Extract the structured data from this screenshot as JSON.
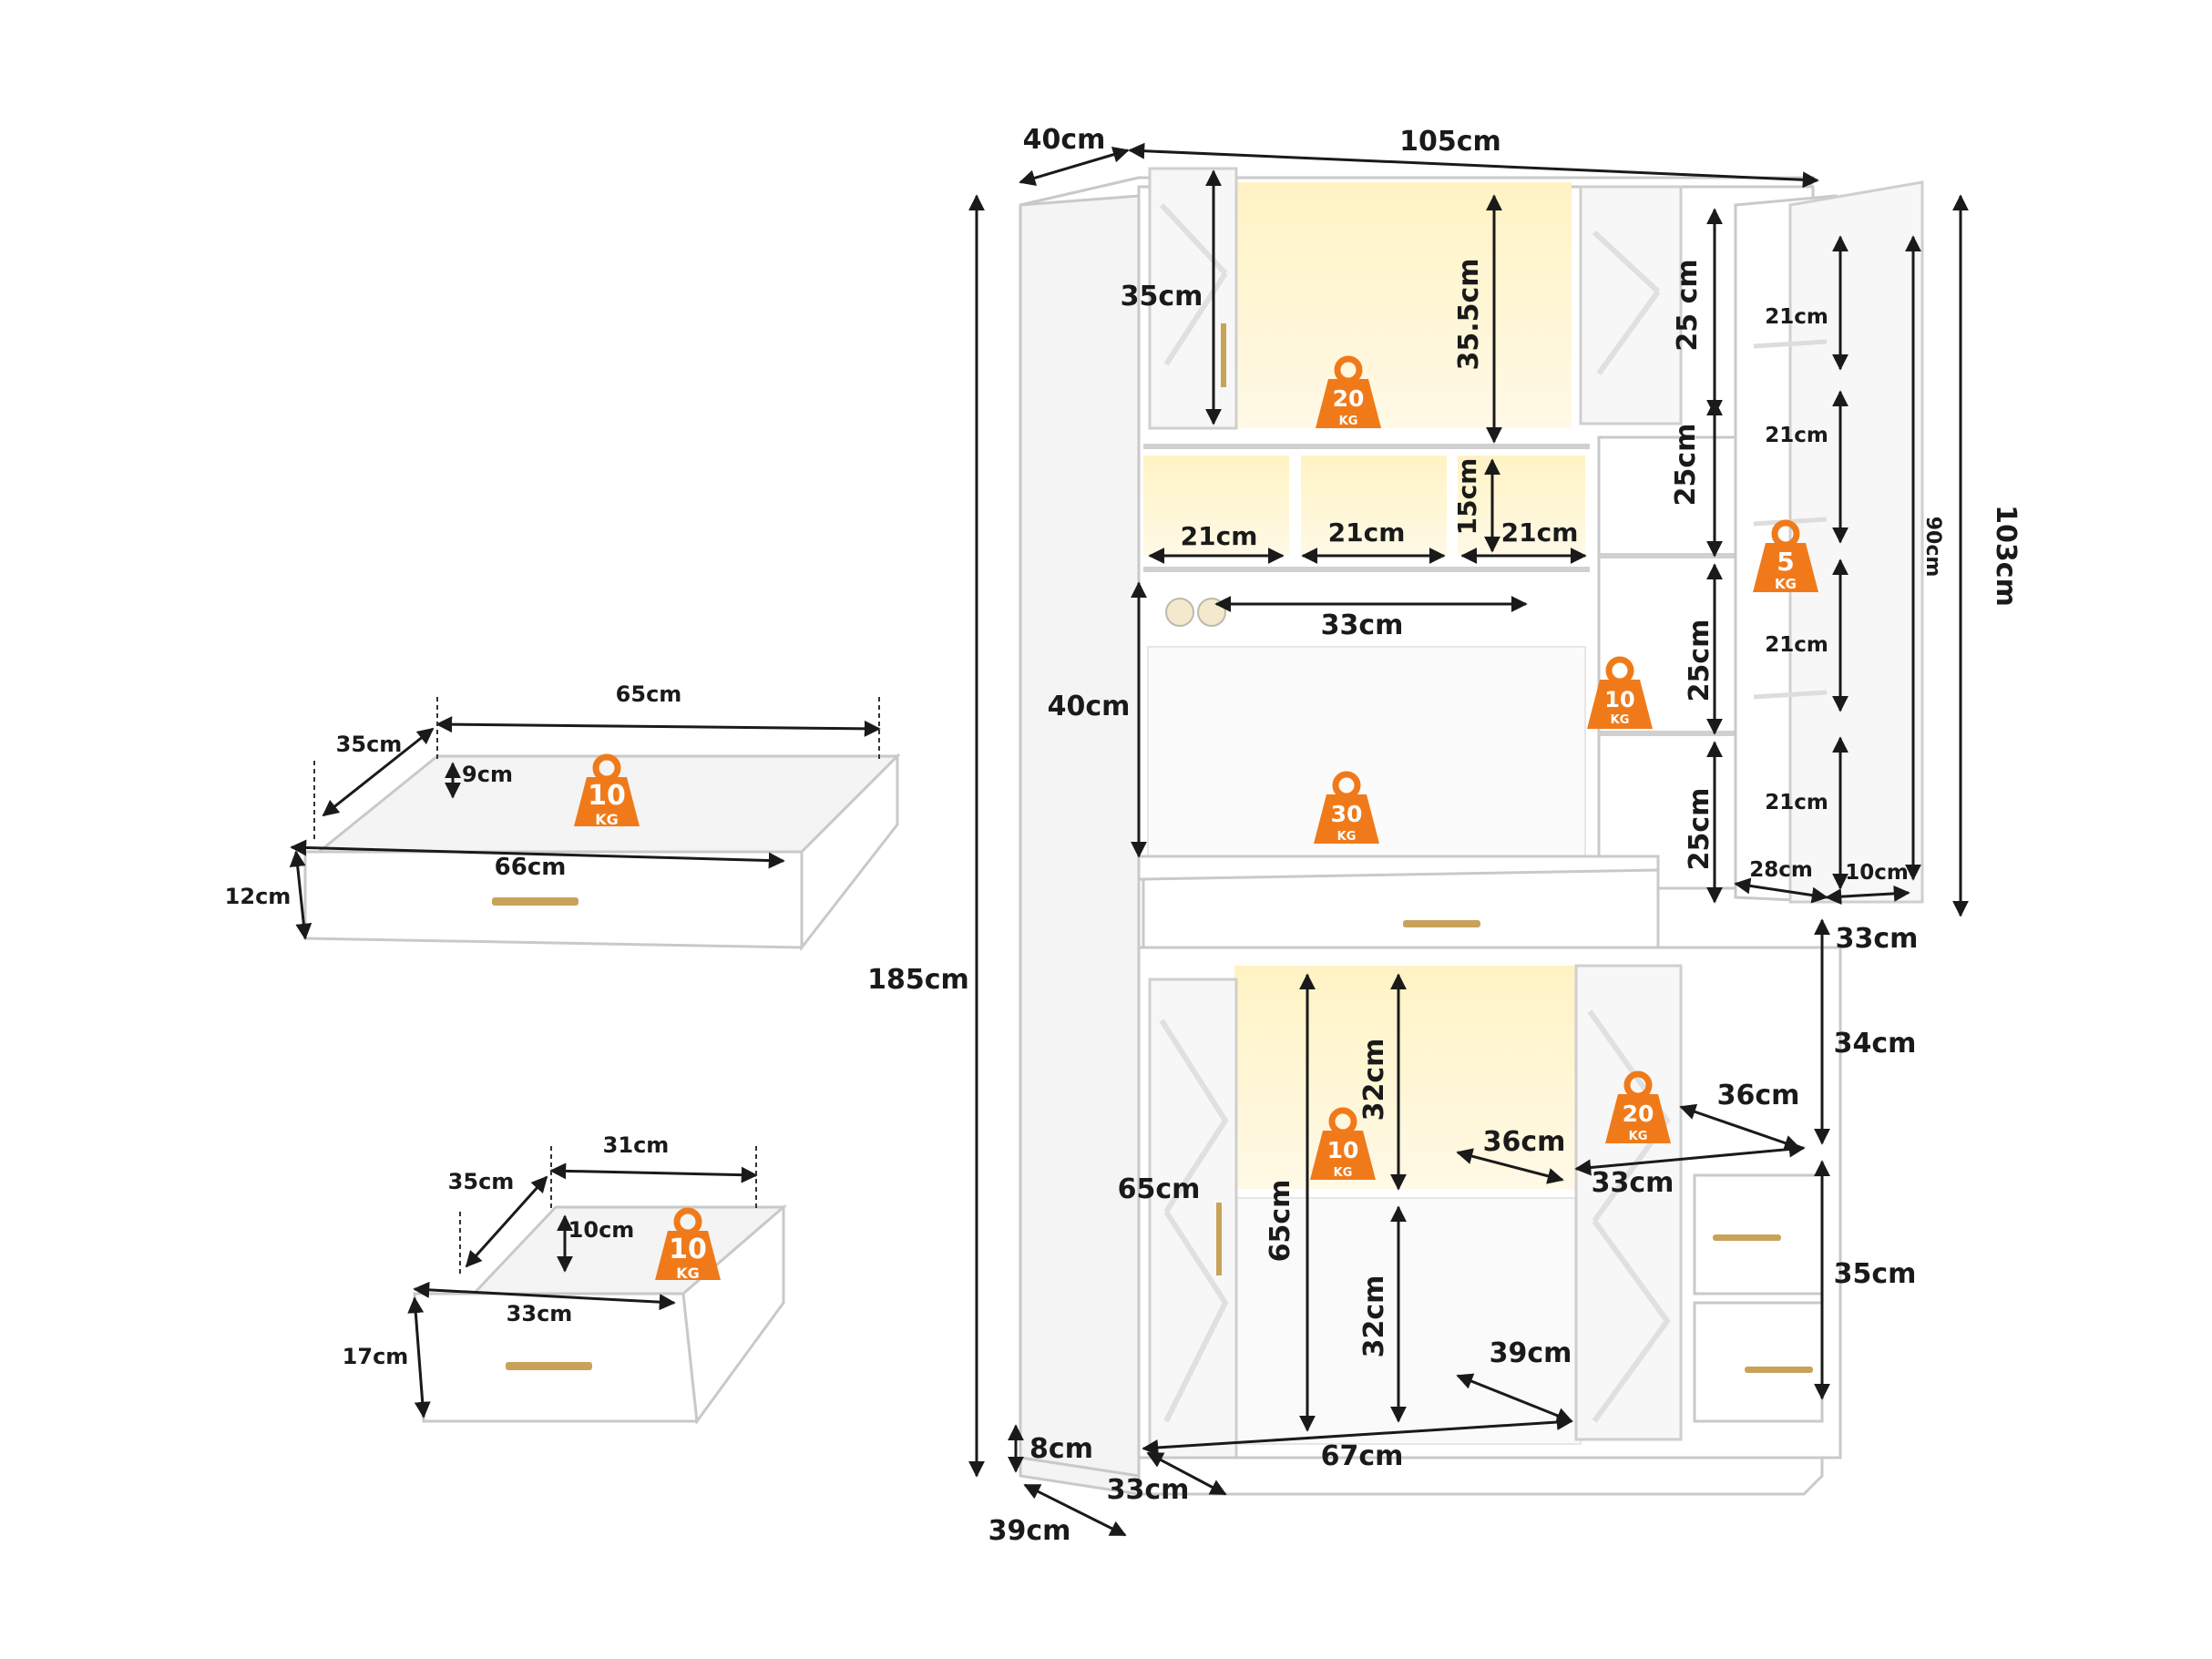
{
  "colors": {
    "accent": "#f07a1a",
    "dimension_line": "#1a1a1a",
    "cabinet": "#ffffff",
    "glow": "#ffe9a8",
    "handle": "#c9a25a"
  },
  "labels": {
    "l40cm": "40cm",
    "l105cm": "105cm",
    "l185cm": "185cm",
    "l103cm": "103cm",
    "l90cm": "90cm",
    "l35cm_door": "35cm",
    "l35_5cm": "35.5cm",
    "l25_cm_top": "25 cm",
    "l21cm_a": "21cm",
    "l21cm_b": "21cm",
    "l21cm_c": "21cm",
    "l15cm": "15cm",
    "l33cm_mid": "33cm",
    "l40cm_mid": "40cm",
    "l25cm_1": "25cm",
    "l25cm_2": "25cm",
    "l25cm_3": "25cm",
    "l21cm_r1": "21cm",
    "l21cm_r2": "21cm",
    "l21cm_r3": "21cm",
    "l21cm_r4": "21cm",
    "l28cm": "28cm",
    "l10cm": "10cm",
    "l33cm_right": "33cm",
    "l34cm": "34cm",
    "l36cm_r": "36cm",
    "l36cm_c": "36cm",
    "l33cm_c": "33cm",
    "l35cm_r": "35cm",
    "l32cm_top": "32cm",
    "l65cm_a": "65cm",
    "l65cm_b": "65cm",
    "l32cm_bot": "32cm",
    "l39cm_in": "39cm",
    "l67cm": "67cm",
    "l8cm": "8cm",
    "l33cm_base": "33cm",
    "l39cm_base": "39cm",
    "d1_65cm": "65cm",
    "d1_35cm": "35cm",
    "d1_9cm": "9cm",
    "d1_66cm": "66cm",
    "d1_12cm": "12cm",
    "d2_31cm": "31cm",
    "d2_35cm": "35cm",
    "d2_10cm": "10cm",
    "d2_33cm": "33cm",
    "d2_17cm": "17cm"
  },
  "weights": {
    "w20_top": {
      "value": "20",
      "unit": "KG"
    },
    "w5_door": {
      "value": "5",
      "unit": "KG"
    },
    "w10_side": {
      "value": "10",
      "unit": "KG"
    },
    "w30_mid": {
      "value": "30",
      "unit": "KG"
    },
    "w20_low": {
      "value": "20",
      "unit": "KG"
    },
    "w10_low": {
      "value": "10",
      "unit": "KG"
    },
    "w10_drawer1": {
      "value": "10",
      "unit": "KG"
    },
    "w10_drawer2": {
      "value": "10",
      "unit": "KG"
    }
  }
}
